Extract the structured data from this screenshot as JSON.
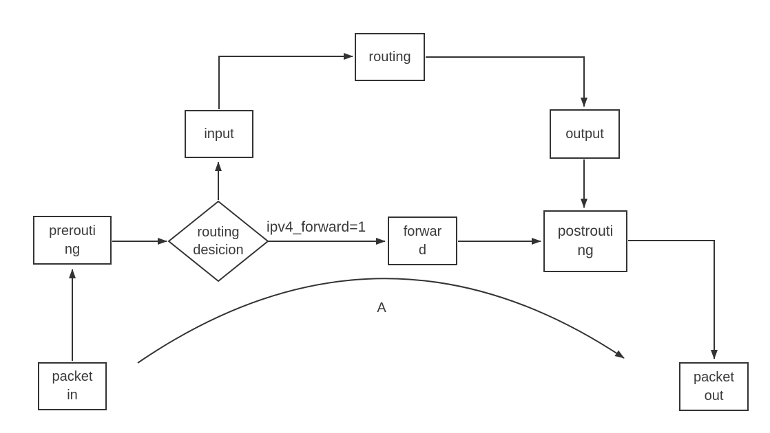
{
  "diagram": {
    "type": "flowchart",
    "colors": {
      "background": "#ffffff",
      "stroke": "#333333",
      "text": "#3a3a3a"
    },
    "nodes": [
      {
        "id": "prerouting",
        "shape": "rect",
        "label": "prerouti\nng"
      },
      {
        "id": "routing-decision",
        "shape": "diamond",
        "label": "routing\ndesicion"
      },
      {
        "id": "input",
        "shape": "rect",
        "label": "input"
      },
      {
        "id": "routing",
        "shape": "rect",
        "label": "routing"
      },
      {
        "id": "output",
        "shape": "rect",
        "label": "output"
      },
      {
        "id": "forward",
        "shape": "rect",
        "label": "forwar\nd"
      },
      {
        "id": "postrouting",
        "shape": "rect",
        "label": "postrouti\nng"
      },
      {
        "id": "packet-in",
        "shape": "rect",
        "label": "packet\nin"
      },
      {
        "id": "packet-out",
        "shape": "rect",
        "label": "packet\nout"
      }
    ],
    "labels": {
      "forward_condition": "ipv4_forward=1",
      "curve": "A"
    },
    "edges": [
      {
        "from": "packet-in",
        "to": "prerouting"
      },
      {
        "from": "prerouting",
        "to": "routing-decision"
      },
      {
        "from": "routing-decision",
        "to": "input"
      },
      {
        "from": "input",
        "to": "routing"
      },
      {
        "from": "routing",
        "to": "output"
      },
      {
        "from": "output",
        "to": "postrouting"
      },
      {
        "from": "routing-decision",
        "to": "forward",
        "label": "ipv4_forward=1"
      },
      {
        "from": "forward",
        "to": "postrouting"
      },
      {
        "from": "postrouting",
        "to": "packet-out"
      },
      {
        "from": "packet-in",
        "to": "packet-out",
        "label": "A",
        "style": "curved"
      }
    ]
  }
}
